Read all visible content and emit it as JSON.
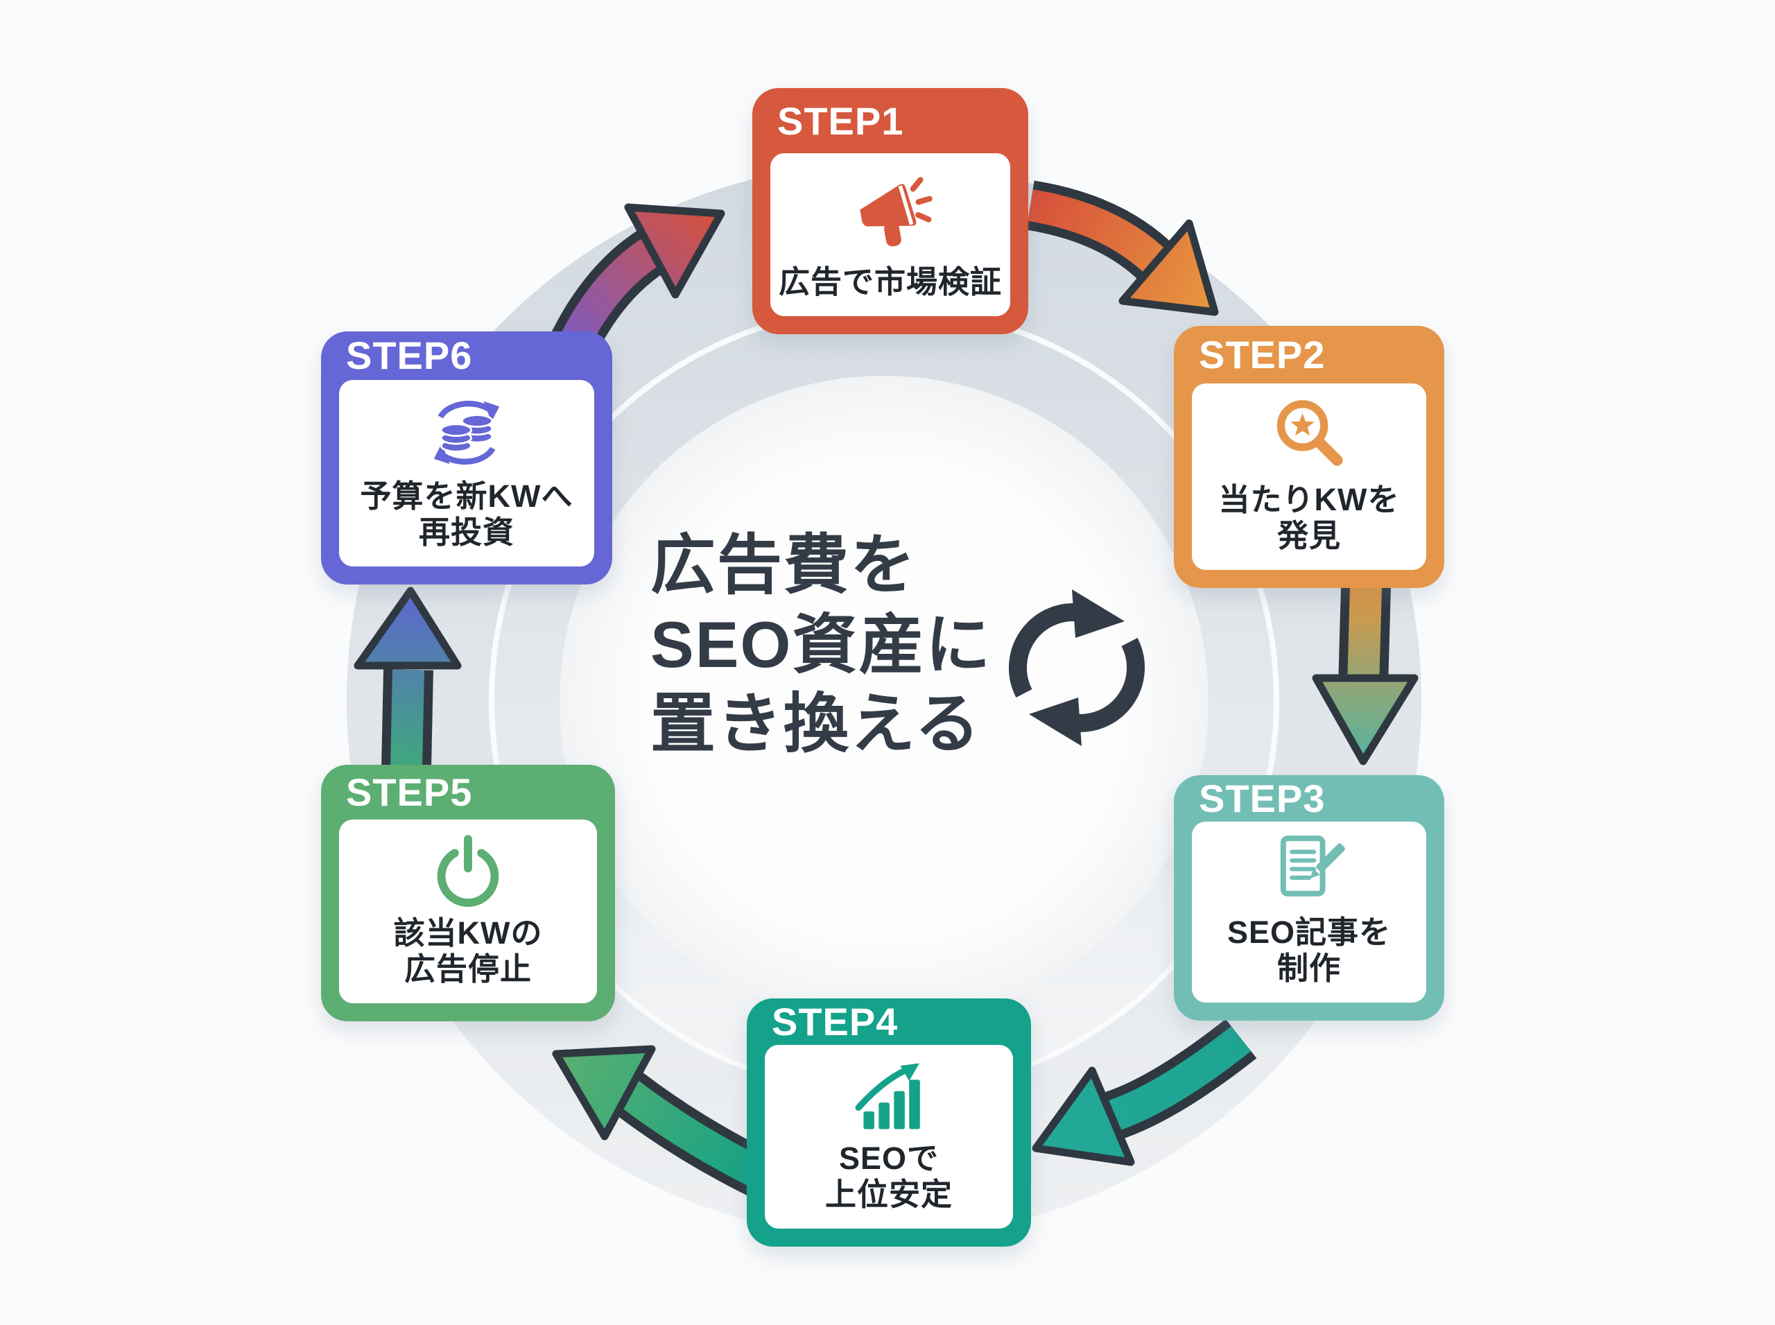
{
  "background": "#FAFBFC",
  "center": {
    "heading_lines": [
      "広告費を",
      "SEO資産に",
      "置き換える"
    ],
    "icon": "cycle-arrows-icon",
    "text_color": "#333C46"
  },
  "steps": [
    {
      "label": "STEP1",
      "title_lines": [
        "広告で市場検証"
      ],
      "icon": "megaphone-icon",
      "accent": "#D6593E"
    },
    {
      "label": "STEP2",
      "title_lines": [
        "当たりKWを",
        "発見"
      ],
      "icon": "keyword-search-icon",
      "accent": "#E5964A"
    },
    {
      "label": "STEP3",
      "title_lines": [
        "SEO記事を",
        "制作"
      ],
      "icon": "article-writing-icon",
      "accent": "#72BEB5"
    },
    {
      "label": "STEP4",
      "title_lines": [
        "SEOで",
        "上位安定"
      ],
      "icon": "ranking-growth-icon",
      "accent": "#14A28B"
    },
    {
      "label": "STEP5",
      "title_lines": [
        "該当KWの",
        "広告停止"
      ],
      "icon": "power-off-icon",
      "accent": "#5CAE73"
    },
    {
      "label": "STEP6",
      "title_lines": [
        "予算を新KWへ",
        "再投資"
      ],
      "icon": "reinvest-coins-icon",
      "accent": "#6567D6"
    }
  ],
  "flow": {
    "outline_color": "#2F3841",
    "arrows": [
      {
        "from": "STEP1",
        "to": "STEP2",
        "colors": [
          "#D7503A",
          "#E8993F"
        ]
      },
      {
        "from": "STEP2",
        "to": "STEP3",
        "colors": [
          "#E2953F",
          "#52B4A2"
        ]
      },
      {
        "from": "STEP3",
        "to": "STEP4",
        "colors": [
          "#1FA492",
          "#23A898"
        ]
      },
      {
        "from": "STEP4",
        "to": "STEP5",
        "colors": [
          "#0FA188",
          "#5BB06F"
        ]
      },
      {
        "from": "STEP5",
        "to": "STEP6",
        "colors": [
          "#3FA87C",
          "#5F66CE"
        ]
      },
      {
        "from": "STEP6",
        "to": "STEP1",
        "colors": [
          "#6C5ED9",
          "#D7503A"
        ]
      }
    ]
  },
  "ring": {
    "outer_top": "#D3DAE1",
    "outer_bottom": "#EEF0F2",
    "inner_top": "#D5DCE2",
    "inner_bottom": "#F1F3F5",
    "center_edge": "#F1F3F5"
  }
}
